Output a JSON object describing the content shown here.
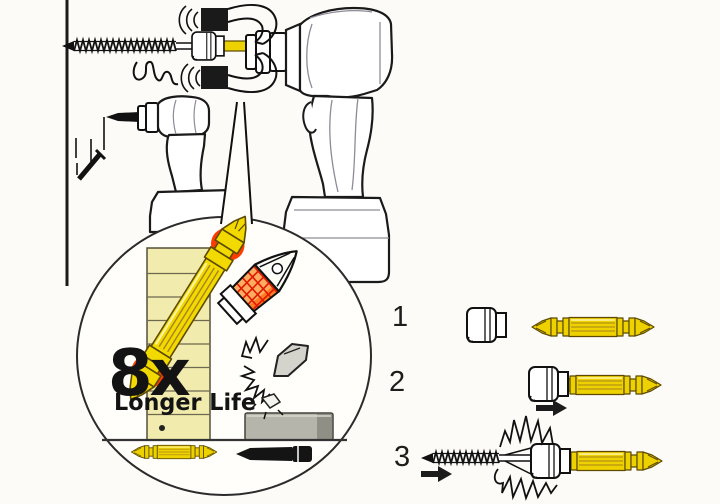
{
  "magnifier": {
    "multiplier": "8x",
    "caption": "Longer Life",
    "life_comparison": {
      "type": "bar",
      "items": [
        {
          "name": "gold torsion bit",
          "relative_life": 8
        },
        {
          "name": "standard bit",
          "relative_life": 1
        }
      ]
    }
  },
  "steps": [
    {
      "label": "1"
    },
    {
      "label": "2"
    },
    {
      "label": "3"
    }
  ],
  "icons": {
    "magnet": "horseshoe-magnet",
    "vibration": "arc-waves",
    "impact_burst": "spike-burst",
    "direction_arrow": "right-arrow"
  },
  "colors": {
    "bit_gold": "#eed200",
    "bit_gold_dark": "#5d4a00",
    "bit_gold_light": "#fff4a6",
    "life_bar_yellow": "#f1ebad",
    "life_bar_gray": "#b5b5ab",
    "glow_red": "#ff3c00",
    "glow_orange": "#ffc400",
    "outline": "#1a1a1a",
    "background": "#fcfbf8"
  }
}
